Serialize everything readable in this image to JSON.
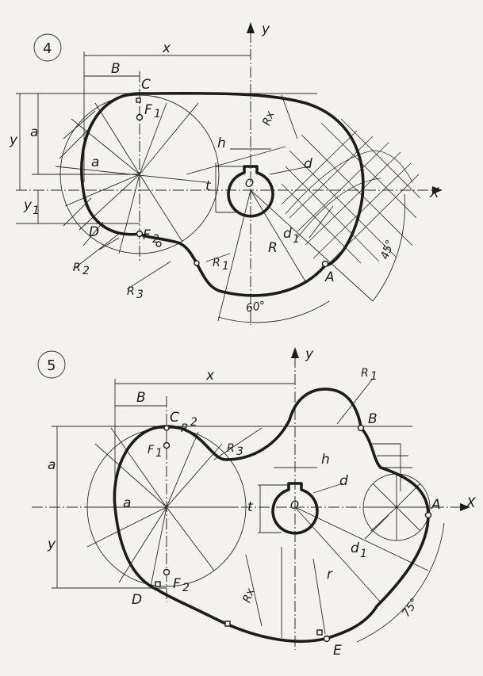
{
  "figure4": {
    "number": "4",
    "labels": {
      "x": "x",
      "y": "y",
      "axis_x": "X",
      "axis_y": "y",
      "B": "B",
      "C": "C",
      "D": "D",
      "A": "A",
      "O": "O",
      "F1": "F",
      "F1_sub": "1",
      "F2": "F",
      "F2_sub": "2",
      "a_dim": "a",
      "a_inner": "a",
      "y1": "y",
      "y1_sub": "1",
      "h": "h",
      "t": "t",
      "d": "d",
      "d1": "d",
      "d1_sub": "1",
      "Rx": "Rx",
      "R": "R",
      "R1": "R",
      "R1_sub": "1",
      "R2": "R",
      "R2_sub": "2",
      "R3": "R",
      "R3_sub": "3",
      "angle_60": "60°",
      "angle_45": "45°"
    }
  },
  "figure5": {
    "number": "5",
    "labels": {
      "x": "x",
      "axis_y": "y",
      "axis_x": "X",
      "B_dim": "B",
      "C": "C",
      "B": "B",
      "D": "D",
      "A": "A",
      "E": "E",
      "O": "O",
      "F1": "F",
      "F1_sub": "1",
      "F2": "F",
      "F2_sub": "2",
      "a_dim": "a",
      "a_inner": "a",
      "y": "y",
      "h": "h",
      "t": "t",
      "d": "d",
      "d1": "d",
      "d1_sub": "1",
      "Rx": "Rx",
      "r": "r",
      "R1": "R",
      "R1_sub": "1",
      "R2": "R",
      "R2_sub": "2",
      "R3": "R",
      "R3_sub": "3",
      "angle_75": "75°"
    }
  }
}
